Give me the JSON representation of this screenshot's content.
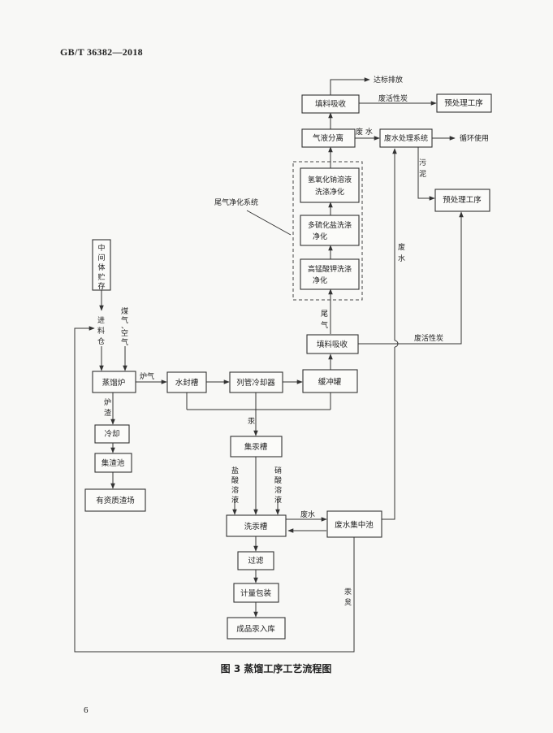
{
  "page": {
    "header": "GB/T  36382—2018",
    "page_number": "6",
    "caption": "图 3   蒸馏工序工艺流程图"
  },
  "diagram": {
    "boxes": {
      "tianliao_top": "填料吸收",
      "pre1": "预处理工序",
      "qiye": "气液分离",
      "fsxt": "废水处理系统",
      "pre2": "预处理工序",
      "naoh_1": "氢氧化钠溶液",
      "naoh_2": "洗涤净化",
      "poly_1": "多硫化盐洗涤",
      "poly_2": "净化",
      "kmno4_1": "高锰酸钾洗涤",
      "kmno4_2": "净化",
      "zj_1": "中",
      "zj_2": "间",
      "zj_3": "体",
      "zj_4": "贮",
      "zj_5": "存",
      "tianliao_mid": "填料吸收",
      "zlu": "蒸馏炉",
      "sfc": "水封槽",
      "lgl": "列管冷却器",
      "hcg": "缓冲罐",
      "lq": "冷却",
      "jzc": "集渣池",
      "yzz": "有资质渣场",
      "jgc": "集汞槽",
      "xgc": "洗汞槽",
      "fsjzc": "废水集中池",
      "gl": "过滤",
      "jlbz": "计量包装",
      "cpg": "成品汞入库"
    },
    "labels": {
      "dbpf": "达标排放",
      "fhxt1": "废活性炭",
      "fs1": "废 水",
      "xhsy": "循环使用",
      "wu": "污",
      "ni": "泥",
      "wqjh": "尾气净化系统",
      "fs_v1": "废",
      "fs_v2": "水",
      "wq_v1": "尾",
      "wq_v2": "气",
      "fhxt2": "废活性炭",
      "jl_1": "进",
      "jl_2": "料",
      "jl_3": "仓",
      "mq_1": "煤",
      "mq_2": "气",
      "mq_3": "、",
      "mq_4": "空",
      "mq_5": "气",
      "lq_gas": "炉气",
      "lz_1": "炉",
      "lz_2": "渣",
      "hg": "汞",
      "hs_1": "盐",
      "hs_2": "酸",
      "hs_3": "溶",
      "hs_4": "液",
      "xs_1": "硝",
      "xs_2": "酸",
      "xs_3": "溶",
      "xs_4": "液",
      "fs2": "废水",
      "gm_1": "汞",
      "gm_2": "炱"
    }
  }
}
